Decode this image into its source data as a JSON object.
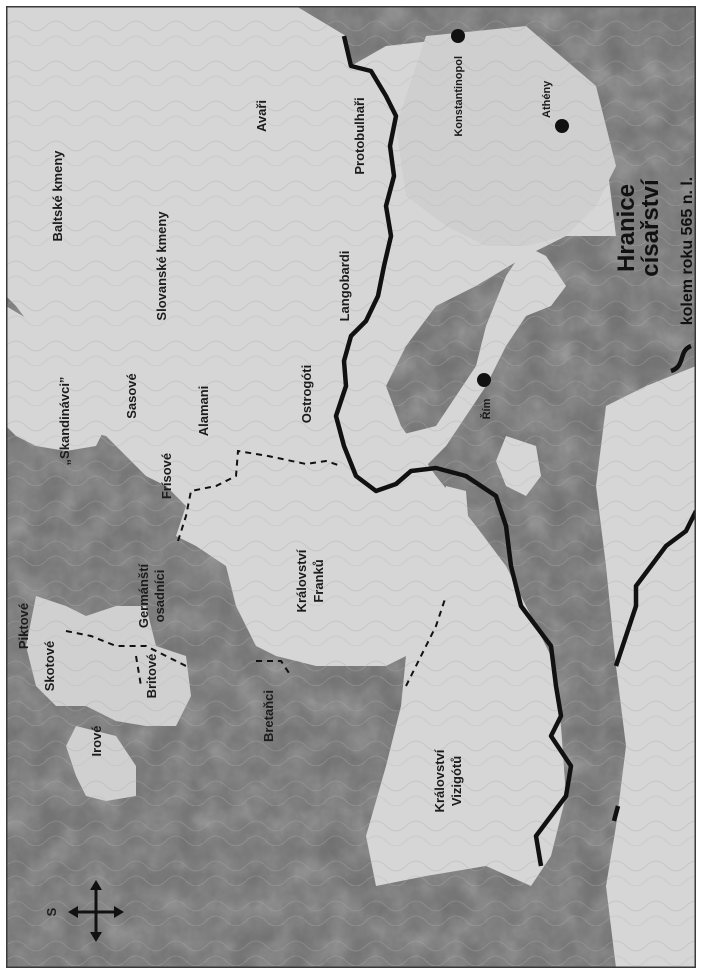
{
  "map": {
    "colors": {
      "sea": "#6f6f6f",
      "land": "#d6d6d6",
      "land_dark": "#bdbdbd",
      "frame": "#3a3a3a",
      "border": "#111111"
    },
    "regions": [
      {
        "key": "baltske",
        "text": "Baltské kmeny"
      },
      {
        "key": "slovanske",
        "text": "Slovanské kmeny"
      },
      {
        "key": "avari",
        "text": "Avaři"
      },
      {
        "key": "protobulhari",
        "text": "Protobulhaři"
      },
      {
        "key": "langobardi",
        "text": "Langobardi"
      },
      {
        "key": "ostrogoti",
        "text": "Ostrogóti"
      },
      {
        "key": "alamani",
        "text": "Alamani"
      },
      {
        "key": "sasove",
        "text": "Sasové"
      },
      {
        "key": "skandinavci",
        "text": "„Skandinávci”"
      },
      {
        "key": "frisove",
        "text": "Frísové"
      },
      {
        "key": "frankove_1",
        "text": "Království"
      },
      {
        "key": "frankove_2",
        "text": "Franků"
      },
      {
        "key": "germansti_1",
        "text": "Germánští"
      },
      {
        "key": "germansti_2",
        "text": "osadníci"
      },
      {
        "key": "piktove",
        "text": "Piktové"
      },
      {
        "key": "skotove",
        "text": "Skotové"
      },
      {
        "key": "britove",
        "text": "Britové"
      },
      {
        "key": "bretanci",
        "text": "Bretaňci"
      },
      {
        "key": "irove",
        "text": "Irové"
      },
      {
        "key": "vizigoti_1",
        "text": "Království"
      },
      {
        "key": "vizigoti_2",
        "text": "Vizigótů"
      }
    ],
    "cities": [
      {
        "key": "konstantinopol",
        "text": "Konstantinopol"
      },
      {
        "key": "atheny",
        "text": "Athény"
      },
      {
        "key": "rim",
        "text": "Řím"
      }
    ],
    "legend": {
      "title_line1": "Hranice",
      "title_line2": "císařství",
      "subtitle": "kolem roku 565 n. l."
    },
    "compass": {
      "label": "S"
    }
  }
}
